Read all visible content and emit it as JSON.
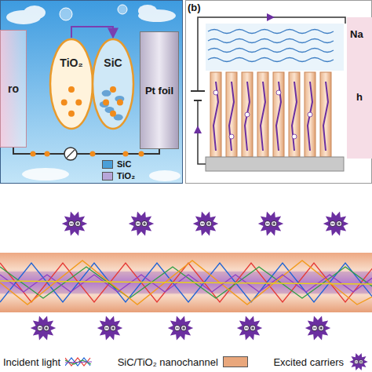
{
  "diagram": {
    "nodes": [
      {
        "text": [
          "ro"
        ]
      },
      {
        "text": [
          "TiO₂"
        ]
      },
      {
        "text": [
          "SiC"
        ]
      },
      {
        "text": [
          "Pt foil"
        ]
      }
    ],
    "edges": [
      {
        "from": 1,
        "to": 2,
        "arrow": "to"
      },
      {
        "from": 0,
        "to": 3,
        "arrow": "none"
      }
    ],
    "labels": [
      "(b)",
      "Na",
      "h"
    ],
    "legend": [
      {
        "text": "SiC",
        "color": "#4a9fd8"
      },
      {
        "text": "TiO₂",
        "color": "#b7a6d9"
      },
      {
        "text": "Incident light"
      },
      {
        "text": "SiC/TiO₂ nanochannel",
        "color": "#e9a77c"
      },
      {
        "text": "Excited carriers"
      }
    ]
  }
}
